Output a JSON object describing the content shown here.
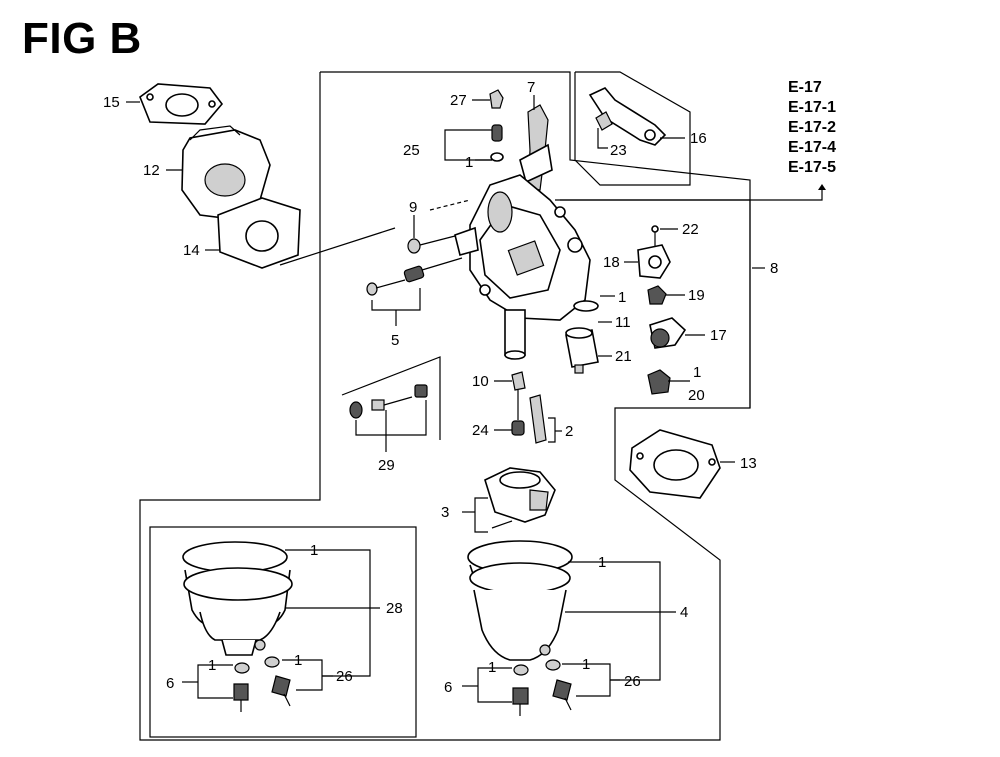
{
  "figure_title": "FIG B",
  "reference_codes": [
    "E-17",
    "E-17-1",
    "E-17-2",
    "E-17-4",
    "E-17-5"
  ],
  "callouts": {
    "c15": "15",
    "c12": "12",
    "c14": "14",
    "c27": "27",
    "c25": "25",
    "c1a": "1",
    "c7": "7",
    "c16": "16",
    "c23": "23",
    "c9": "9",
    "c22": "22",
    "c18": "18",
    "c8": "8",
    "c1b": "1",
    "c19": "19",
    "c11": "11",
    "c17": "17",
    "c5": "5",
    "c21": "21",
    "c1c": "1",
    "c20": "20",
    "c10": "10",
    "c24": "24",
    "c2": "2",
    "c29": "29",
    "c13": "13",
    "c3": "3",
    "c1d": "1",
    "c28": "28",
    "c1e": "1",
    "c4": "4",
    "c1f": "1",
    "c1g": "1",
    "c6a": "6",
    "c26a": "26",
    "c1h": "1",
    "c1i": "1",
    "c6b": "6",
    "c26b": "26"
  }
}
